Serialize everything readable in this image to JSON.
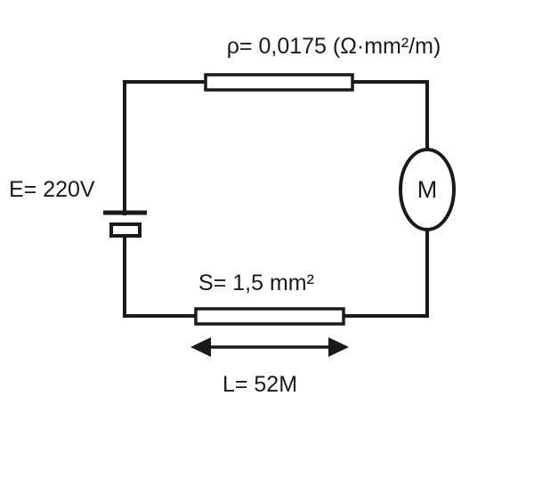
{
  "diagram": {
    "type": "electrical-circuit",
    "labels": {
      "resistivity": "ρ= 0,0175 (Ω·mm²/m)",
      "voltage": "E= 220V",
      "motor": "M",
      "cross_section": "S= 1,5 mm²",
      "length": "L= 52M"
    },
    "colors": {
      "stroke": "#1a1a1a",
      "background": "#ffffff"
    }
  }
}
